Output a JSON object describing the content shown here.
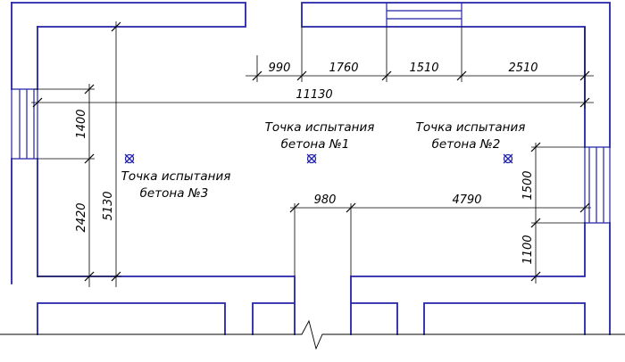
{
  "dimensions": {
    "top": [
      "990",
      "1760",
      "1510",
      "2510"
    ],
    "overall": "11130",
    "left_upper": "1400",
    "left_lower": "2420",
    "left_total": "5130",
    "inner": [
      "980",
      "4790"
    ],
    "right_upper": "1500",
    "right_lower": "1100"
  },
  "test_points": [
    {
      "line1": "Точка испытания",
      "line2": "бетона №1"
    },
    {
      "line1": "Точка испытания",
      "line2": "бетона №2"
    },
    {
      "line1": "Точка испытания",
      "line2": "бетона №3"
    }
  ],
  "colors": {
    "wall": "#2323a8",
    "dimension": "#000000"
  }
}
